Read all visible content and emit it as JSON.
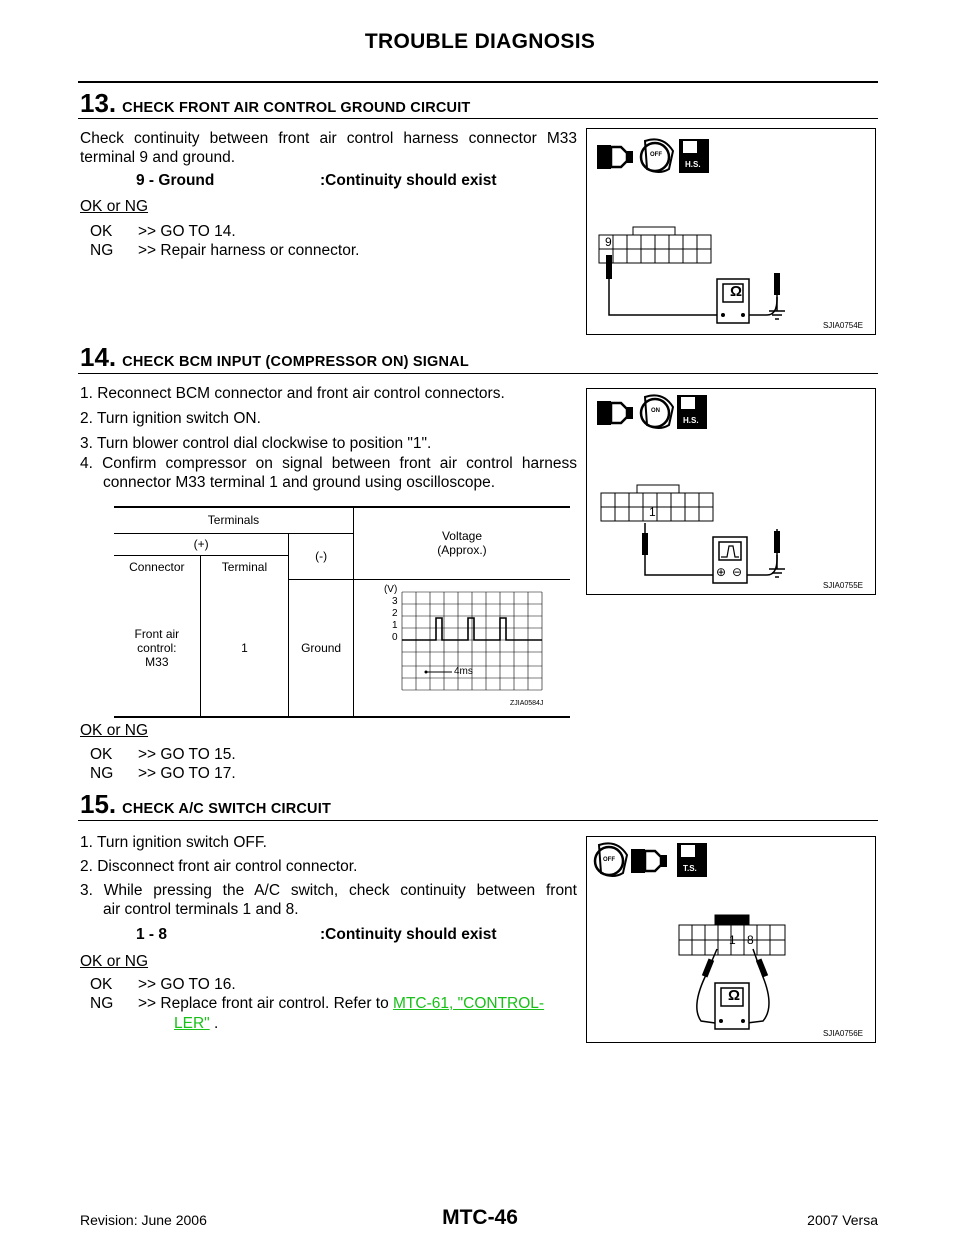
{
  "header": {
    "title": "TROUBLE DIAGNOSIS"
  },
  "section13": {
    "number": "13.",
    "title": "CHECK FRONT AIR CONTROL GROUND CIRCUIT",
    "instruction_line1": "Check continuity between front air control harness connector M33",
    "instruction_line2": "terminal 9 and ground.",
    "spec_terminals": "9 - Ground",
    "spec_result": ":Continuity should exist",
    "ok_ng": "OK or NG",
    "ok_key": "OK",
    "ok_value": ">> GO TO 14.",
    "ng_key": "NG",
    "ng_value": ">> Repair harness or connector.",
    "figure_code": "SJIA0754E",
    "figure_terminal": "9"
  },
  "section14": {
    "number": "14.",
    "title": "CHECK BCM INPUT (COMPRESSOR ON) SIGNAL",
    "steps": [
      "1.  Reconnect BCM connector and front air control connectors.",
      "2.  Turn ignition switch ON.",
      "3.  Turn blower control dial clockwise to position \"1\".",
      "4.  Confirm compressor on signal between front air control harness"
    ],
    "step4_cont": "connector M33 terminal 1 and ground using oscilloscope.",
    "table": {
      "terminals_header": "Terminals",
      "plus_header": "(+)",
      "minus_header": "(-)",
      "connector_header": "Connector",
      "terminal_header": "Terminal",
      "voltage_header_1": "Voltage",
      "voltage_header_2": "(Approx.)",
      "row_connector_1": "Front air control:",
      "row_connector_2": "M33",
      "row_terminal": "1",
      "row_minus": "Ground",
      "scope_unit": "(V)",
      "scope_ticks": [
        "3",
        "2",
        "1",
        "0"
      ],
      "scope_time": "4ms",
      "scope_code": "ZJIA0584J"
    },
    "ok_ng": "OK or NG",
    "ok_key": "OK",
    "ok_value": ">> GO TO 15.",
    "ng_key": "NG",
    "ng_value": ">> GO TO 17.",
    "figure_code": "SJIA0755E",
    "figure_terminal": "1"
  },
  "section15": {
    "number": "15.",
    "title": "CHECK A/C SWITCH CIRCUIT",
    "steps": [
      "1.  Turn ignition switch OFF.",
      "2.  Disconnect front air control connector.",
      "3.  While pressing the A/C switch, check continuity between front"
    ],
    "step3_cont": "air control terminals 1 and 8.",
    "spec_terminals": "1 - 8",
    "spec_result": ":Continuity should exist",
    "ok_ng": "OK or NG",
    "ok_key": "OK",
    "ok_value": ">> GO TO 16.",
    "ng_key": "NG",
    "ng_value": ">> Replace front air control. Refer to",
    "ng_link_part1": "MTC-61, \"CONTROL-",
    "ng_link_part2": "LER\"",
    "ng_tail": " .",
    "figure_code": "SJIA0756E",
    "figure_terminal_a": "1",
    "figure_terminal_b": "8"
  },
  "footer": {
    "revision": "Revision: June 2006",
    "page": "MTC-46",
    "model": "2007 Versa"
  },
  "icons": {
    "connector": "connector-icon",
    "ignition_off": "ignition-off-icon",
    "ignition_on": "ignition-on-icon",
    "harness_side": "harness-side-icon",
    "terminal_side": "terminal-side-icon",
    "ohmmeter": "ohmmeter-icon",
    "oscilloscope": "oscilloscope-icon",
    "ground": "ground-icon"
  },
  "labels": {
    "hs": "H.S.",
    "ts": "T.S.",
    "off": "OFF",
    "on": "ON",
    "ohm": "Ω"
  }
}
